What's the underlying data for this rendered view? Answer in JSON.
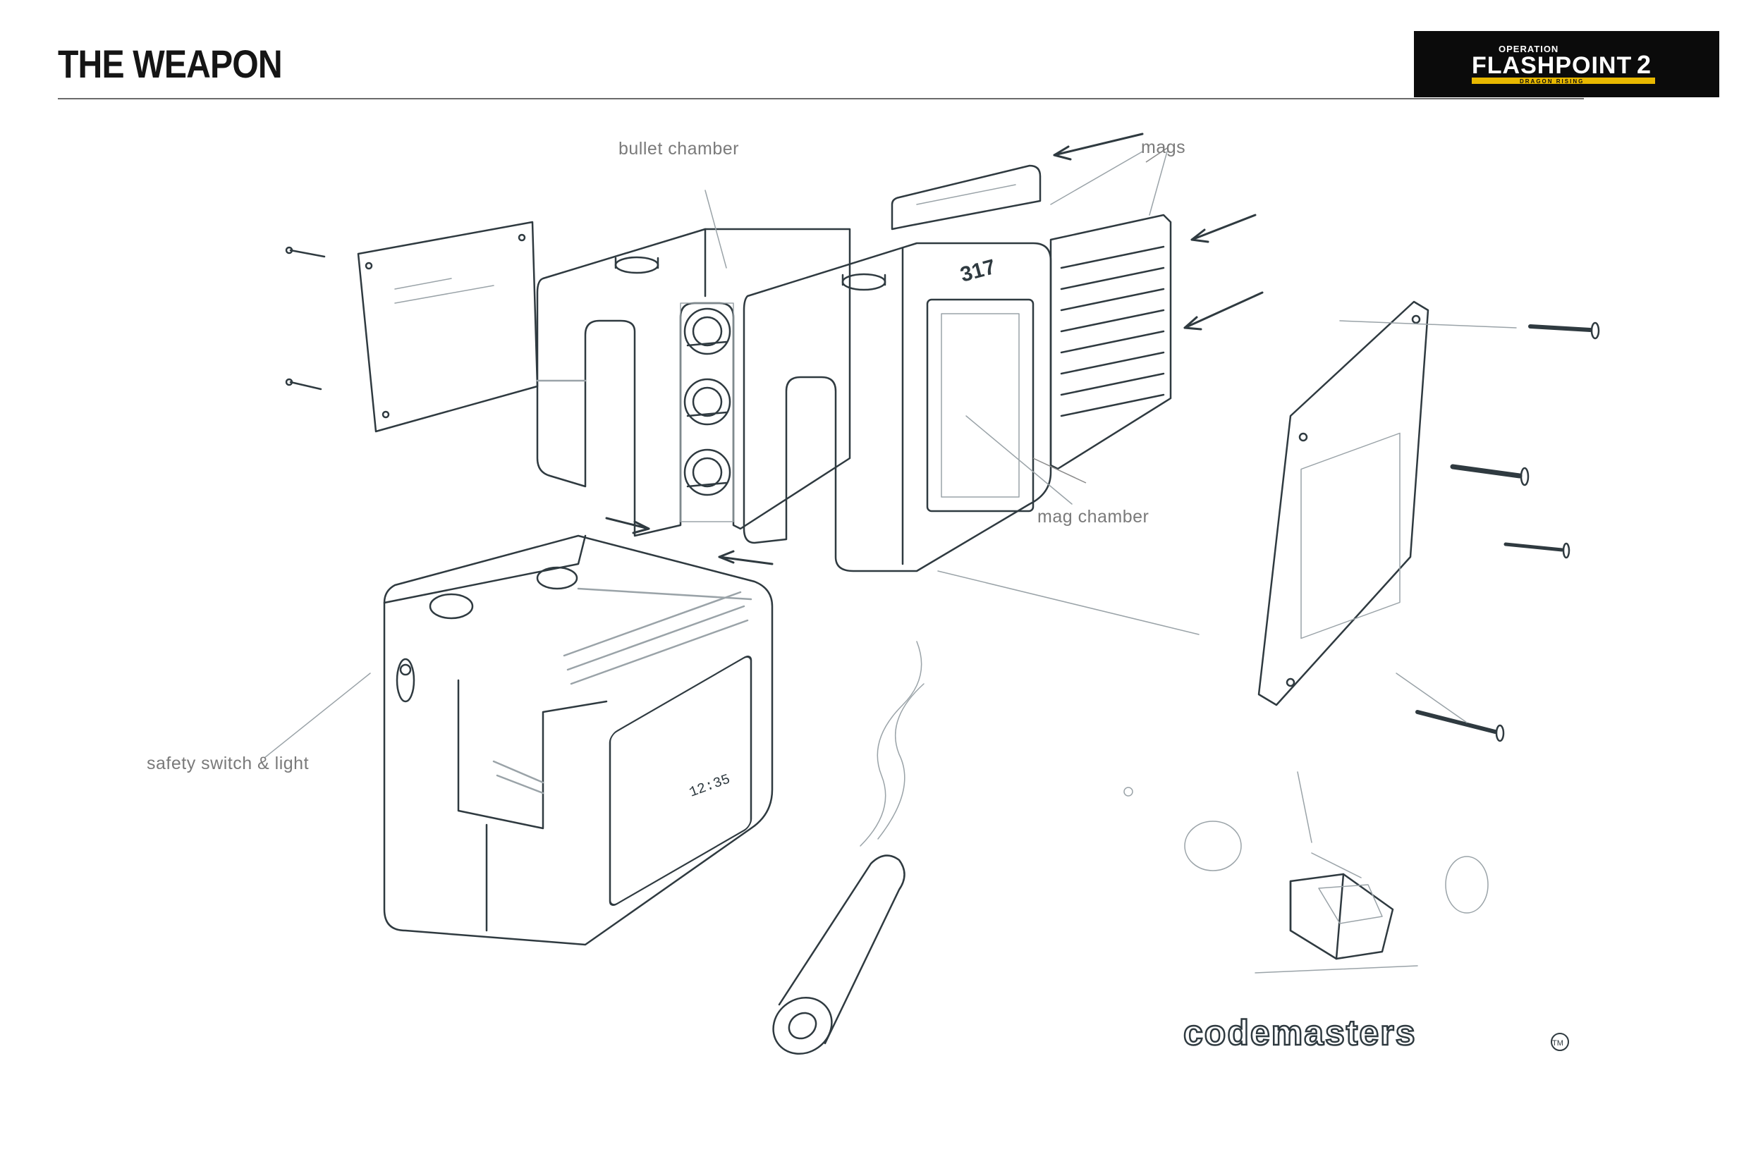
{
  "header": {
    "title": "THE WEAPON",
    "logo": {
      "top_text": "OPERATION",
      "main_text": "FLASHPOINT",
      "number": "2",
      "sub_text": "DRAGON RISING",
      "accent_color": "#e8b800"
    }
  },
  "callouts": {
    "bullet_chamber": "bullet chamber",
    "mags": "mags",
    "mag_chamber": "mag chamber",
    "safety_switch": "safety switch & light"
  },
  "sketch_text": {
    "rear_part_number": "317",
    "display_readout": "12:35"
  },
  "watermark": {
    "text": "codemasters",
    "trademark": "TM"
  },
  "colors": {
    "pencil": "#2f3a40",
    "pencil_light": "#9aa3a8",
    "label": "#7a7a7a",
    "header_rule": "#6a6a6a"
  }
}
